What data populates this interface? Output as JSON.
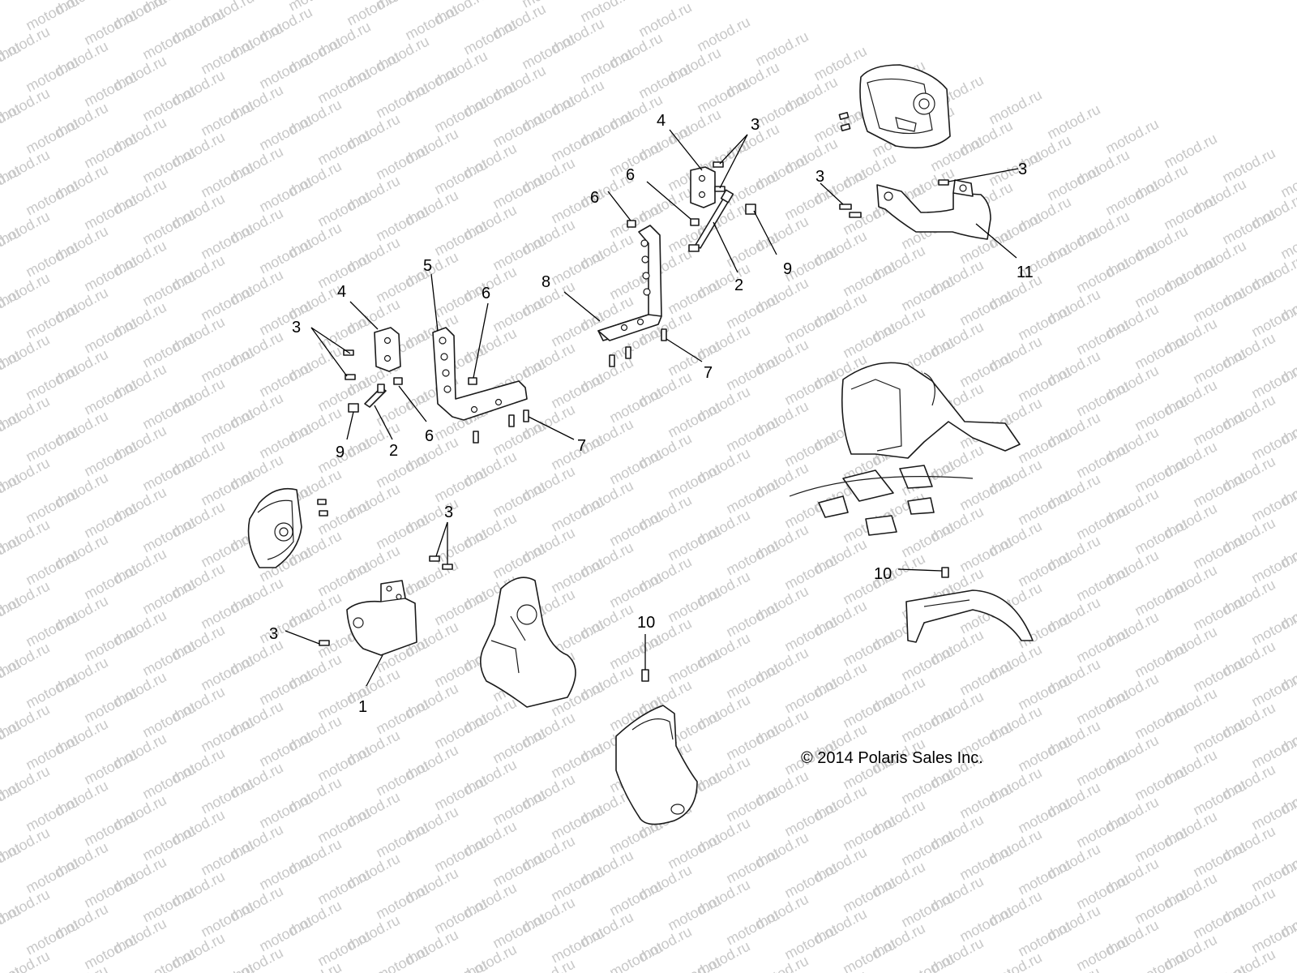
{
  "watermark": {
    "text": "motod.ru"
  },
  "callouts": {
    "c4a": "4",
    "c3a": "3",
    "c3b": "3",
    "c3c": "3",
    "c6a": "6",
    "c6b": "6",
    "c9a": "9",
    "c11": "11",
    "c5": "5",
    "c6c": "6",
    "c8": "8",
    "c2a": "2",
    "c4b": "4",
    "c3d": "3",
    "c7a": "7",
    "c9b": "9",
    "c2b": "2",
    "c6d": "6",
    "c7b": "7",
    "c3e": "3",
    "c3f": "3",
    "c10a": "10",
    "c10b": "10",
    "c1": "1"
  },
  "copyright": "© 2014 Polaris Sales Inc."
}
